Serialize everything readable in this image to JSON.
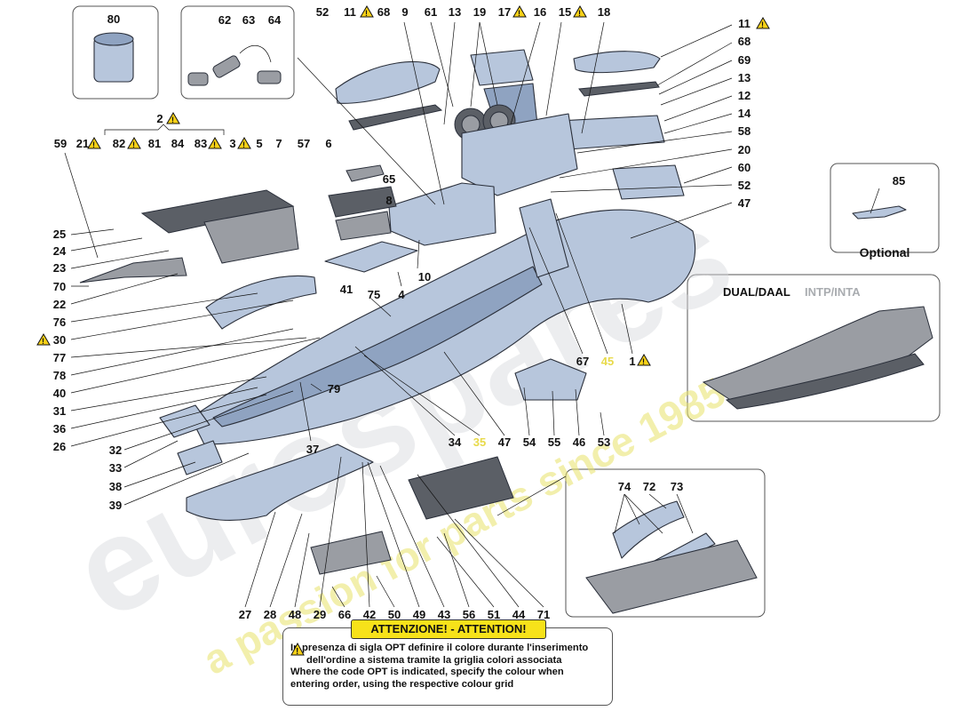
{
  "labels": {
    "n80": "80",
    "n62": "62",
    "n63": "63",
    "n64": "64",
    "n52a": "52",
    "n11a": "11",
    "n68a": "68",
    "n9": "9",
    "n61": "61",
    "n13a": "13",
    "n19": "19",
    "n17": "17",
    "n16": "16",
    "n15": "15",
    "n18": "18",
    "n11b": "11",
    "n68b": "68",
    "n69": "69",
    "n13b": "13",
    "n12": "12",
    "n14": "14",
    "n58": "58",
    "n20": "20",
    "n60": "60",
    "n52b": "52",
    "n47a": "47",
    "n2": "2",
    "n59": "59",
    "n21": "21",
    "n82": "82",
    "n81": "81",
    "n84": "84",
    "n83": "83",
    "n3": "3",
    "n5": "5",
    "n7": "7",
    "n57": "57",
    "n6": "6",
    "n65": "65",
    "n8": "8",
    "n25": "25",
    "n24": "24",
    "n23": "23",
    "n70": "70",
    "n22": "22",
    "n76": "76",
    "n30": "30",
    "n77": "77",
    "n78": "78",
    "n40": "40",
    "n31": "31",
    "n36": "36",
    "n26": "26",
    "n32": "32",
    "n33": "33",
    "n38": "38",
    "n39": "39",
    "n10": "10",
    "n4": "4",
    "n41": "41",
    "n75": "75",
    "n79": "79",
    "n37": "37",
    "n34": "34",
    "n35": "35",
    "n47b": "47",
    "n54": "54",
    "n55": "55",
    "n46": "46",
    "n53": "53",
    "n67": "67",
    "n45": "45",
    "n1": "1",
    "n27": "27",
    "n28": "28",
    "n48": "48",
    "n29": "29",
    "n66": "66",
    "n42": "42",
    "n50": "50",
    "n49": "49",
    "n43": "43",
    "n56": "56",
    "n51": "51",
    "n44": "44",
    "n71": "71",
    "n74": "74",
    "n72": "72",
    "n73": "73",
    "n85": "85"
  },
  "optional_label": "Optional",
  "variant": {
    "dual": "DUAL/DAAL",
    "intp": "INTP/INTA"
  },
  "watermark": {
    "brand": "eurospares",
    "tagline": "a passion for parts since 1985"
  },
  "notice": {
    "title": "ATTENZIONE! - ATTENTION!",
    "lines": [
      "In presenza di sigla OPT definire il colore durante l'inserimento",
      "dell'ordine a sistema tramite la griglia colori associata",
      "Where the code OPT is indicated, specify the colour when",
      "entering order, using the respective colour grid"
    ]
  },
  "colors": {
    "part": "#b7c6dc",
    "warning": "#f7d117",
    "highlight_label": "#f0e25a",
    "variant_muted": "#a9acb0"
  }
}
